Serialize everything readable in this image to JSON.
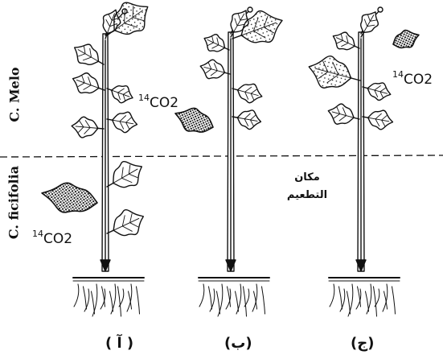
{
  "labels": {
    "scion": "C. Melo",
    "rootstock": "C. ficifolia",
    "graft_line": [
      "مكان",
      "التطعيم"
    ]
  },
  "co2": {
    "mass": "14",
    "formula": "CO2"
  },
  "captions": [
    "( آ )",
    "(ب)",
    "(ج)"
  ],
  "colors": {
    "ink": "#111111",
    "background": "#ffffff"
  }
}
